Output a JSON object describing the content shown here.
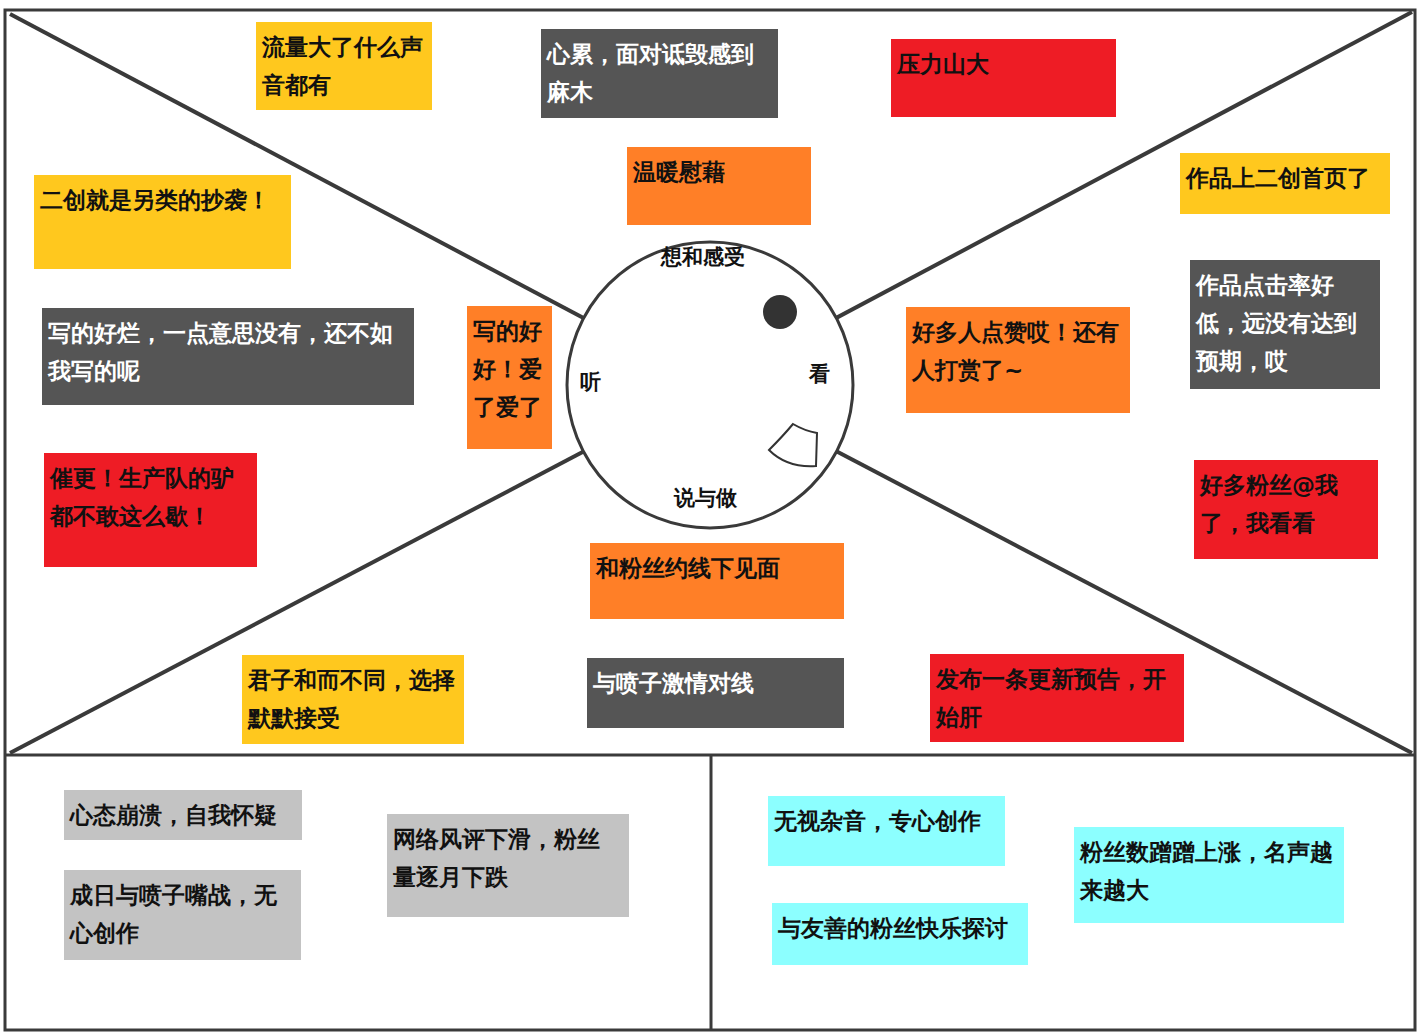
{
  "diagram": {
    "nodes": [
      {
        "text": [
          "想和感受",
          "听",
          "看",
          "说与做"
        ]
      },
      {
        "text": [
          "流量大了什么声音都有"
        ]
      },
      {
        "text": [
          "心累，面对诋毁感到麻木"
        ]
      },
      {
        "text": [
          "压力山大"
        ]
      },
      {
        "text": [
          "温暖慰藉"
        ]
      },
      {
        "text": [
          "二创就是另类的抄袭！"
        ]
      },
      {
        "text": [
          "作品上二创首页了"
        ]
      },
      {
        "text": [
          "作品点击率好低，远没有达到预期，哎"
        ]
      },
      {
        "text": [
          "写的好烂，一点意思没有，还不如我写的呢"
        ]
      },
      {
        "text": [
          "写的好好！爱了爱了"
        ]
      },
      {
        "text": [
          "好多人点赞哎！还有人打赏了~"
        ]
      },
      {
        "text": [
          "催更！生产队的驴都不敢这么歇！"
        ]
      },
      {
        "text": [
          "好多粉丝@我了，我看看"
        ]
      },
      {
        "text": [
          "和粉丝约线下见面"
        ]
      },
      {
        "text": [
          "君子和而不同，选择默默接受"
        ]
      },
      {
        "text": [
          "与喷子激情对线"
        ]
      },
      {
        "text": [
          "发布一条更新预告，开始肝"
        ]
      },
      {
        "text": [
          "心态崩溃，自我怀疑"
        ]
      },
      {
        "text": [
          "网络风评下滑，粉丝量逐月下跌"
        ]
      },
      {
        "text": [
          "无视杂音，专心创作"
        ]
      },
      {
        "text": [
          "成日与喷子嘴战，无心创作"
        ]
      },
      {
        "text": [
          "粉丝数蹭蹭上涨，名声越来越大"
        ]
      },
      {
        "text": [
          "与友善的粉丝快乐探讨"
        ]
      }
    ]
  }
}
